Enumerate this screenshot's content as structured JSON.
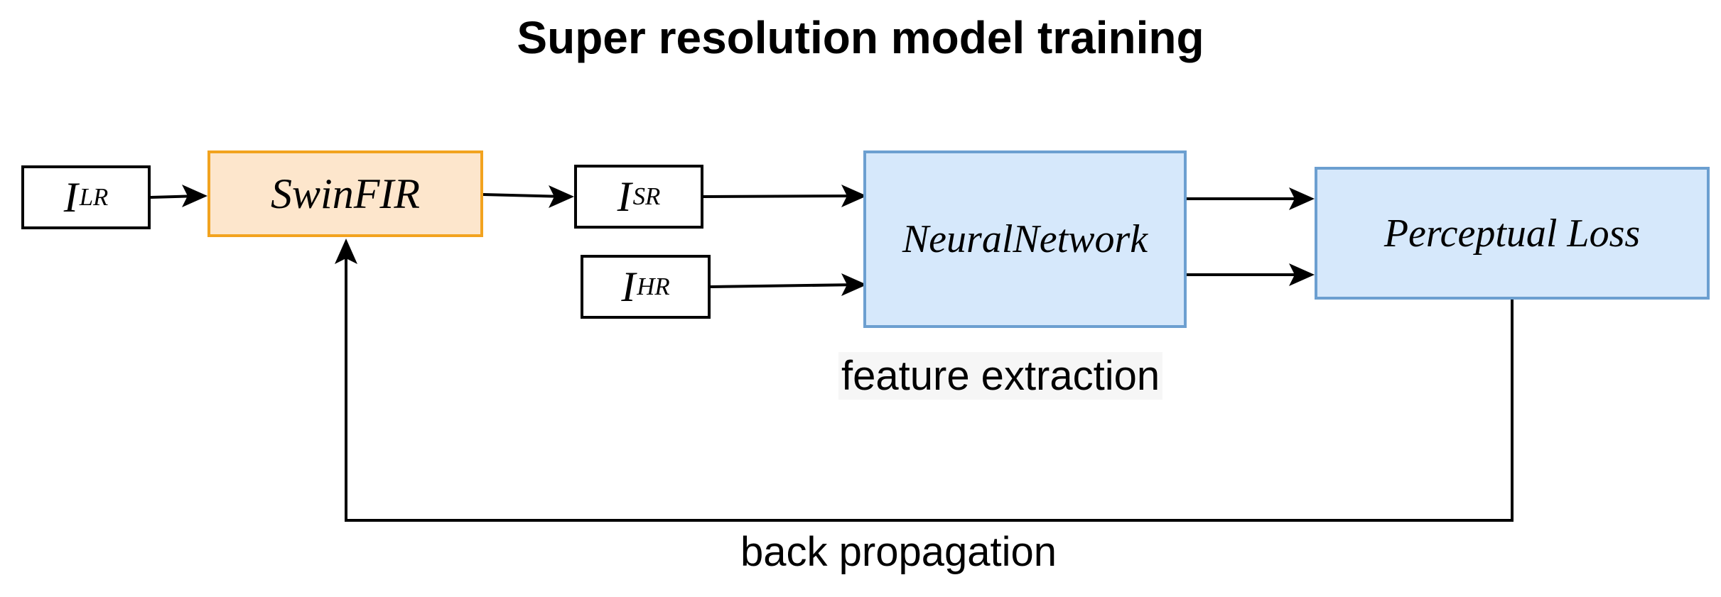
{
  "diagram": {
    "title": "Super resolution model training",
    "nodes": {
      "i_lr": {
        "base": "I",
        "sup": "LR"
      },
      "swinfir": {
        "label": "SwinFIR"
      },
      "i_sr": {
        "base": "I",
        "sup": "SR"
      },
      "i_hr": {
        "base": "I",
        "sup": "HR"
      },
      "neural_network": {
        "label": "NeuralNetwork"
      },
      "perceptual_loss": {
        "label": "Perceptual Loss"
      }
    },
    "annotations": {
      "feature_extraction": "feature extraction",
      "back_propagation": "back propagation"
    },
    "edges": [
      {
        "from": "i_lr",
        "to": "swinfir"
      },
      {
        "from": "swinfir",
        "to": "i_sr"
      },
      {
        "from": "i_sr",
        "to": "neural_network"
      },
      {
        "from": "i_hr",
        "to": "neural_network"
      },
      {
        "from": "neural_network",
        "to": "perceptual_loss"
      },
      {
        "from": "neural_network",
        "to": "perceptual_loss"
      },
      {
        "from": "perceptual_loss",
        "to": "swinfir",
        "label": "back_propagation"
      }
    ]
  },
  "colors": {
    "swinfir_fill": "#fde6cc",
    "swinfir_border": "#f2a31f",
    "network_fill": "#d6e8fb",
    "network_border": "#6c9fd0",
    "line": "#000000"
  }
}
